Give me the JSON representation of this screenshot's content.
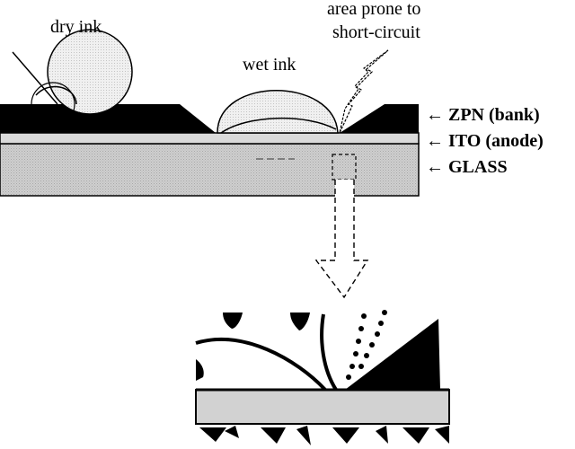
{
  "labels": {
    "dry_ink": "dry ink",
    "wet_ink": "wet ink",
    "area_prone_line1": "area prone to",
    "area_prone_line2": "short-circuit",
    "zpn": "← ZPN (bank)",
    "ito": "← ITO (anode)",
    "glass": "← GLASS"
  },
  "colors": {
    "bank": "#000000",
    "ito": "#d2d2d2",
    "glass": "#c9c9c9",
    "ink_fill": "#ebebeb"
  }
}
